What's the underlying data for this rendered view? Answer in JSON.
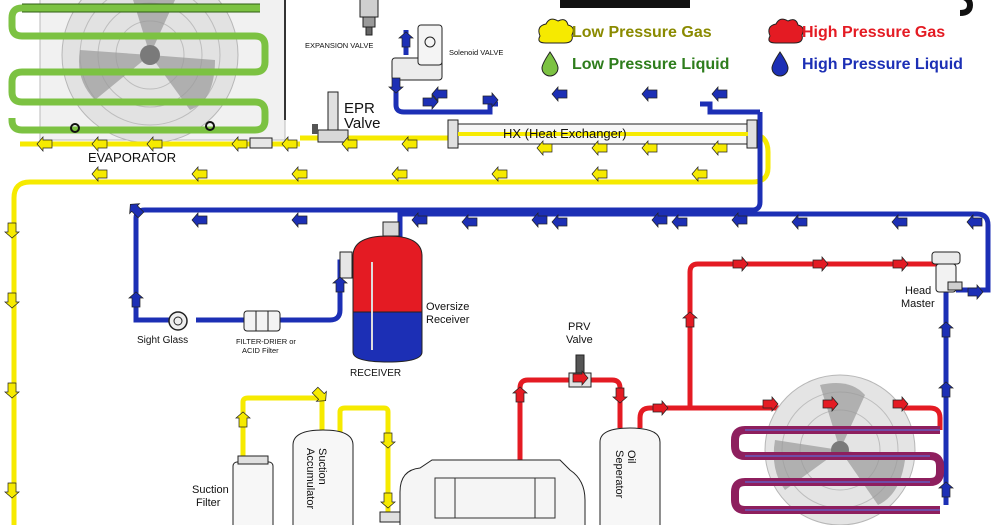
{
  "legend": {
    "items": [
      {
        "label": "Low Pressure Gas",
        "color": "#f6ea00",
        "text_color": "#8a8a00",
        "icon": "cloud-icon"
      },
      {
        "label": "Low Pressure Liquid",
        "color": "#7cc242",
        "text_color": "#2e7d1c",
        "icon": "drop-icon"
      },
      {
        "label": "High Pressure Gas",
        "color": "#e41b23",
        "text_color": "#e41b23",
        "icon": "cloud-icon"
      },
      {
        "label": "High Pressure Liquid",
        "color": "#1c2fb5",
        "text_color": "#1c2fb5",
        "icon": "drop-icon"
      }
    ]
  },
  "labels": {
    "expansion_valve": "EXPANSION VALVE",
    "solenoid_valve": "Solenoid VALVE",
    "evaporator": "EVAPORATOR",
    "epr_line1": "EPR",
    "epr_line2": "Valve",
    "hx": "HX (Heat Exchanger)",
    "head_master_line1": "Head",
    "head_master_line2": "Master",
    "oversize_receiver_line1": "Oversize",
    "oversize_receiver_line2": "Receiver",
    "receiver": "RECEIVER",
    "sight_glass": "Sight Glass",
    "filter_drier_line1": "FILTER-DRIER or",
    "filter_drier_line2": "ACID Filter",
    "prv_line1": "PRV",
    "prv_line2": "Valve",
    "suction_filter_line1": "Suction",
    "suction_filter_line2": "Filter",
    "suction_accumulator_line1": "Suction",
    "suction_accumulator_line2": "Accumulator",
    "oil_separator_line1": "Oil",
    "oil_separator_line2": "Seperator"
  }
}
